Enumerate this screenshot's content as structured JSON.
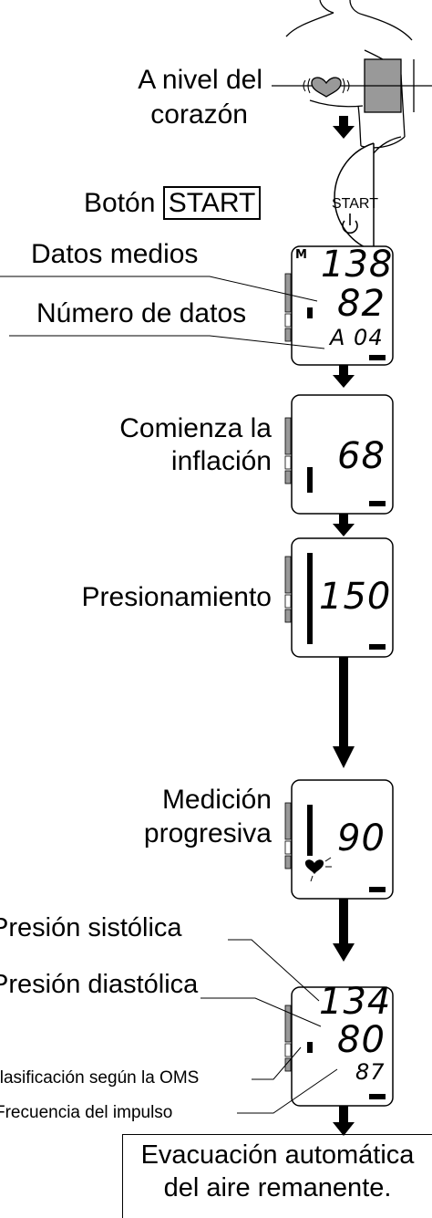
{
  "labels": {
    "heart_level": [
      "A nivel del",
      "corazón"
    ],
    "start_button_prefix": "Botón",
    "start_button_word": "START",
    "average_data": "Datos medios",
    "data_count": "Número de datos",
    "inflation_start": [
      "Comienza la",
      "inflación"
    ],
    "pressurizing": "Presionamiento",
    "progressive_measurement": [
      "Medición",
      "progresiva"
    ],
    "systolic": "Presión sistólica",
    "diastolic": "Presión diastólica",
    "who_classification": "Clasificación según la OMS",
    "pulse_rate": "Frecuencia del impulso",
    "auto_release": [
      "Evacuación automática",
      "del aire remanente."
    ]
  },
  "button": {
    "text": "START",
    "icon": "power-icon"
  },
  "displays": {
    "average": {
      "memory": "M",
      "systolic": "138",
      "diastolic": "82",
      "count": "A 04"
    },
    "inflation": {
      "value": "68"
    },
    "pressurizing": {
      "value": "150"
    },
    "progressive": {
      "value": "90"
    },
    "result": {
      "systolic": "134",
      "diastolic": "80",
      "pulse": "87"
    }
  }
}
